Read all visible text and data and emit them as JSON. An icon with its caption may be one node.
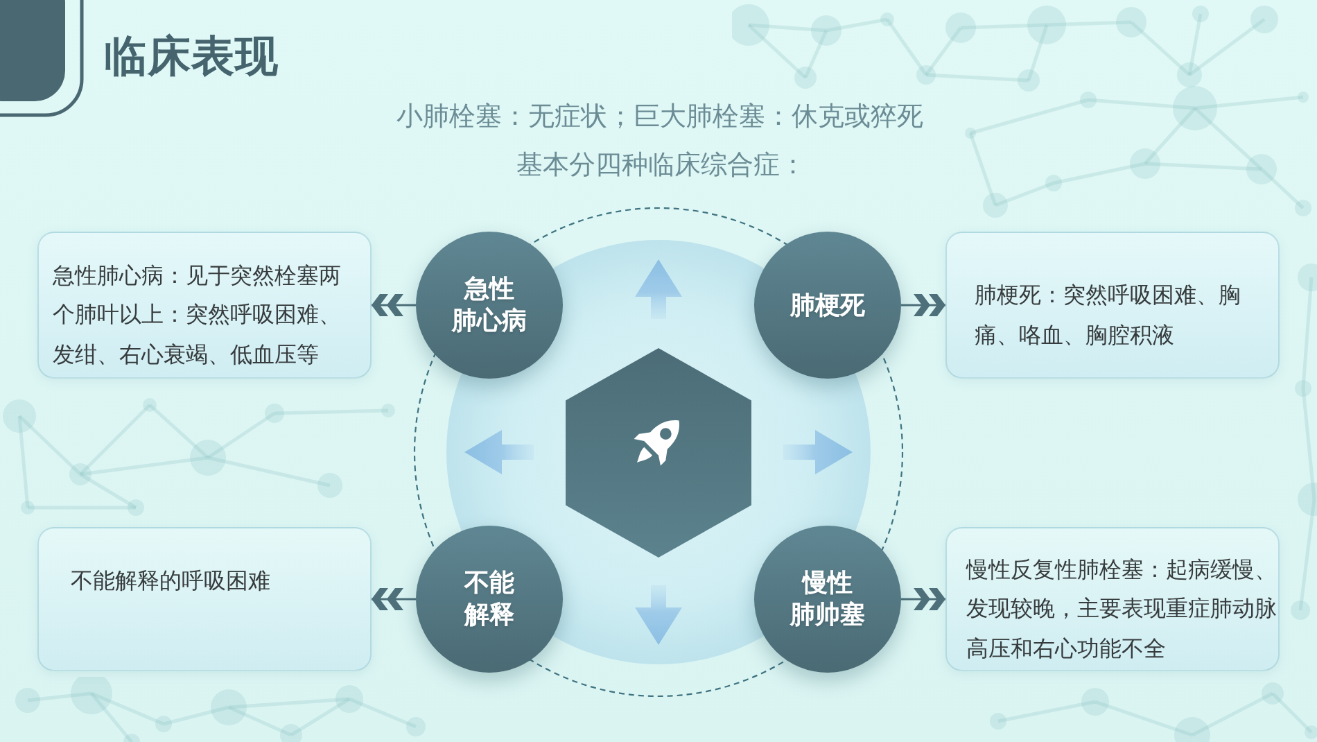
{
  "diagram": {
    "title": "临床表现",
    "nodes": [
      {
        "text": [
          "急性肺心病：见于突然栓塞两个肺叶以上：突然呼吸困难、发绀、右心衰竭、低血压等"
        ]
      },
      {
        "text": [
          "急性肺心病"
        ]
      },
      {
        "text": [
          "肺梗死"
        ]
      },
      {
        "text": [
          "肺梗死：突然呼吸困难、胸痛、咯血、胸腔积液"
        ]
      },
      {
        "text": [],
        "shape": "hexagon"
      },
      {
        "text": [
          "不能解释的呼吸困难"
        ]
      },
      {
        "text": [
          "不能解释"
        ]
      },
      {
        "text": [
          "慢性肺帅塞"
        ]
      },
      {
        "text": [
          "慢性反复性肺栓塞：起病缓慢、发现较晚，主要表现重症肺动脉高压和右心功能不全"
        ]
      }
    ],
    "edges": [
      {
        "from": 1,
        "to": 0,
        "arrow": "to"
      },
      {
        "from": 2,
        "to": 3,
        "arrow": "to"
      },
      {
        "from": 6,
        "to": 5,
        "arrow": "to"
      },
      {
        "from": 7,
        "to": 8,
        "arrow": "to"
      }
    ],
    "labels": [
      "小肺栓塞：无症状；巨大肺栓塞：休克或猝死",
      "基本分四种临床综合症："
    ]
  }
}
